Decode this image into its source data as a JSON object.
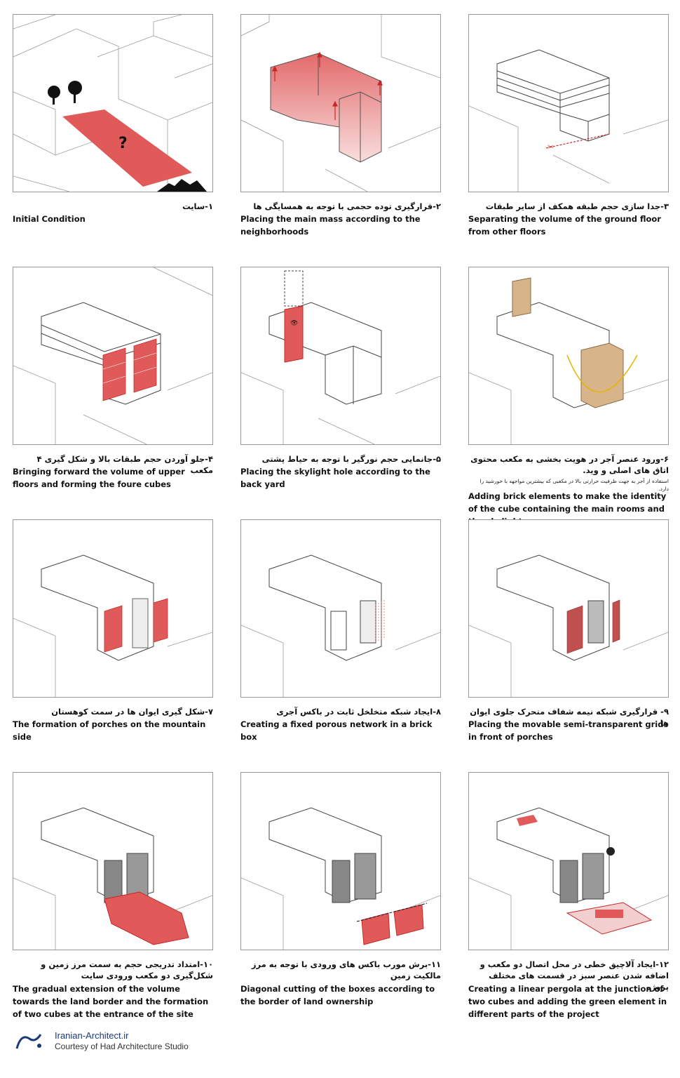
{
  "colors": {
    "accent": "#e05a5a",
    "brick": "#d8b48a",
    "line": "#555555",
    "context": "#9a9a9a"
  },
  "panels": [
    {
      "fa": "۱-سایت",
      "en": "Initial Condition"
    },
    {
      "fa": "۲-قرارگیری توده حجمی با توجه به همسایگی ها",
      "en": "Placing the main mass according to the neighborhoods"
    },
    {
      "fa": "۳-جدا سازی حجم طبقه همکف از سایر طبقات",
      "en": "Separating  the volume of the ground floor from other floors"
    },
    {
      "fa": "۴-جلو آوردن حجم طبقات بالا و شکل گیری ۴ مکعب",
      "en": "Bringing forward the volume of upper floors and forming the foure cubes"
    },
    {
      "fa": "۵-جانمایی حجم نورگیر با توجه به حیاط پشتی",
      "en": "Placing the skylight hole according to the back yard"
    },
    {
      "fa": "۶-ورود عنصر آجر در هویت بخشی به مکعب محتوی اتاق های اصلی و وید.",
      "fa_note": "استفاده از آجر به جهت ظرفیت حرارتی بالا در مکعبی که بیشترین مواجهه با خورشید را دارد.",
      "en": "Adding brick elements to make the  identity of the cube containing the main rooms and the skylight"
    },
    {
      "fa": "۷-شکل گیری ایوان ها  در سمت کوهستان",
      "en": "The formation of porches on the mountain side"
    },
    {
      "fa": "۸-ایجاد شبکه متخلخل ثابت در باکس آجری",
      "en": "Creating a fixed porous network in a brick box"
    },
    {
      "fa": "۹- قرارگیری شبکه نیمه شفاف متحرک جلوی ایوان ها",
      "en": "Placing the  movable semi-transparent grids in front of porches"
    },
    {
      "fa": "۱۰-امتداد تدریجی حجم به سمت مرز زمین و شکل‌گیری دو  مکعب ورودی سایت",
      "en": "The gradual extension of the volume towards the land border and the formation of two cubes at the entrance of the site"
    },
    {
      "fa": "۱۱-برش مورب باکس های ورودی با توجه به مرز مالکیت زمین",
      "en": "Diagonal cutting of the boxes according to the border of land ownership"
    },
    {
      "fa": "۱۲-ایجاد آلاچیق خطی در محل اتصال دو مکعب و اضافه شدن عنصر سبز در قسمت های مختلف پروژه",
      "en": "Creating a linear pergola  at the junction of two cubes and adding the green element in different parts of the project"
    }
  ],
  "marks": {
    "question": "?"
  },
  "footer": {
    "site": "Iranian-Architect.ir",
    "courtesy": "Courtesy of Had Architecture Studio"
  }
}
